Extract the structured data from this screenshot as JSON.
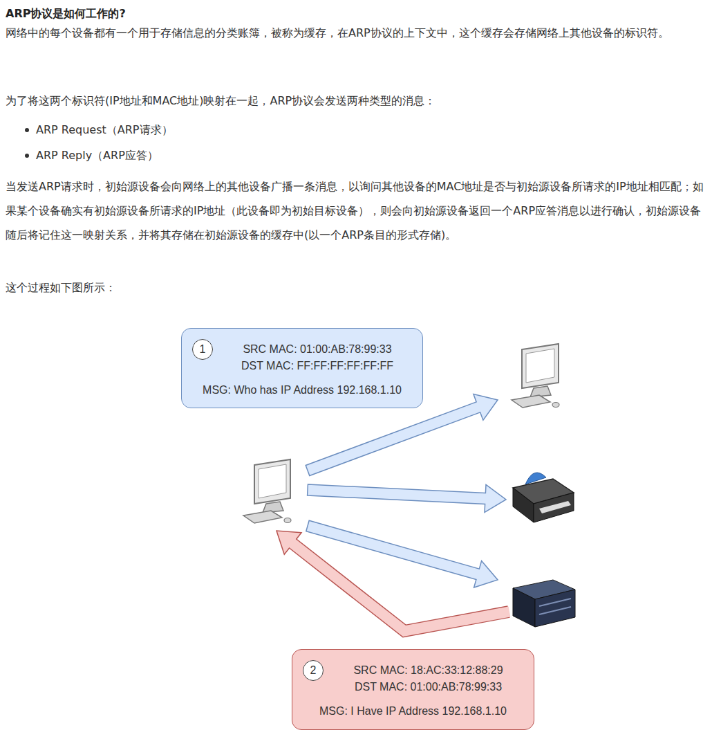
{
  "diagram": {
    "title": "ARP协议是如何工作的?",
    "nodes": [
      {
        "text": [
          "SRC MAC: 01:00:AB:78:99:33",
          "DST MAC: FF:FF:FF:FF:FF:FF",
          "MSG: Who has IP Address 192.168.1.10"
        ]
      },
      {
        "text": [
          "1"
        ],
        "in": 0
      },
      {
        "text": [
          "SRC MAC: 18:AC:33:12:88:29",
          "DST MAC: 01:00:AB:78:99:33",
          "MSG: I Have IP Address 192.168.1.10"
        ]
      },
      {
        "text": [
          "2"
        ],
        "in": 2
      }
    ],
    "labels": [
      "网络中的每个设备都有一个用于存储信息的分类账簿，被称为缓存，在ARP协议的上下文中，这个缓存会存储网络上其他设备的标识符。",
      "为了将这两个标识符(IP地址和MAC地址)映射在一起，ARP协议会发送两种类型的消息：",
      "ARP Request（ARP请求）",
      "ARP Reply（ARP应答）",
      "当发送ARP请求时，初始源设备会向网络上的其他设备广播一条消息，以询问其他设备的MAC地址是否与初始源设备所请求的IP地址相匹配；如果某个设备确实有初始源设备所请求的IP地址（此设备即为初始目标设备），则会向初始源设备返回一个ARP应答消息以进行确认，初始源设备随后将记住这一映射关系，并将其存储在初始源设备的缓存中(以一个ARP条目的形式存储)。",
      "这个过程如下图所示："
    ]
  }
}
